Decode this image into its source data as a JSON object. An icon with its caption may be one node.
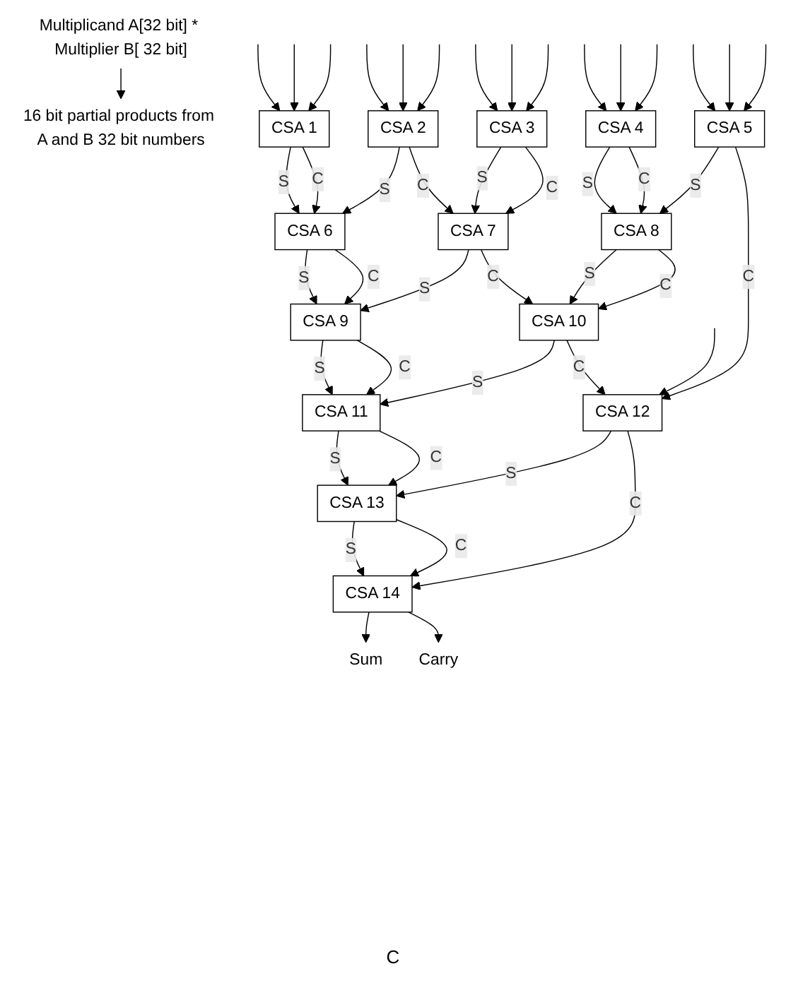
{
  "diagram": {
    "nodes": [
      {
        "text": [
          "Multiplicand A[32 bit] * Multiplier B[ 32 bit]"
        ]
      },
      {
        "text": [
          "16 bit partial products from A and B 32 bit numbers"
        ]
      },
      {
        "text": [
          "CSA 1"
        ]
      },
      {
        "text": [
          "CSA 2"
        ]
      },
      {
        "text": [
          "CSA 3"
        ]
      },
      {
        "text": [
          "CSA 4"
        ]
      },
      {
        "text": [
          "CSA 5"
        ]
      },
      {
        "text": [
          "CSA 6"
        ]
      },
      {
        "text": [
          "CSA 7"
        ]
      },
      {
        "text": [
          "CSA 8"
        ]
      },
      {
        "text": [
          "CSA 9"
        ]
      },
      {
        "text": [
          "CSA 10"
        ]
      },
      {
        "text": [
          "CSA 11"
        ]
      },
      {
        "text": [
          "CSA 12"
        ]
      },
      {
        "text": [
          "CSA 13"
        ]
      },
      {
        "text": [
          "CSA 14"
        ]
      },
      {
        "text": [
          "Sum"
        ]
      },
      {
        "text": [
          "Carry"
        ]
      }
    ],
    "edges": [
      {
        "from": 0,
        "to": 1,
        "arrow": "to"
      },
      {
        "from": null,
        "to": 2,
        "arrow": "to"
      },
      {
        "from": null,
        "to": 2,
        "arrow": "to"
      },
      {
        "from": null,
        "to": 2,
        "arrow": "to"
      },
      {
        "from": null,
        "to": 3,
        "arrow": "to"
      },
      {
        "from": null,
        "to": 3,
        "arrow": "to"
      },
      {
        "from": null,
        "to": 3,
        "arrow": "to"
      },
      {
        "from": null,
        "to": 4,
        "arrow": "to"
      },
      {
        "from": null,
        "to": 4,
        "arrow": "to"
      },
      {
        "from": null,
        "to": 4,
        "arrow": "to"
      },
      {
        "from": null,
        "to": 5,
        "arrow": "to"
      },
      {
        "from": null,
        "to": 5,
        "arrow": "to"
      },
      {
        "from": null,
        "to": 5,
        "arrow": "to"
      },
      {
        "from": null,
        "to": 6,
        "arrow": "to"
      },
      {
        "from": null,
        "to": 6,
        "arrow": "to"
      },
      {
        "from": null,
        "to": 6,
        "arrow": "to"
      },
      {
        "from": 2,
        "to": 7,
        "arrow": "to",
        "label": "S"
      },
      {
        "from": 2,
        "to": 7,
        "arrow": "to",
        "label": "C"
      },
      {
        "from": 3,
        "to": 7,
        "arrow": "to",
        "label": "S"
      },
      {
        "from": 3,
        "to": 8,
        "arrow": "to",
        "label": "C"
      },
      {
        "from": 4,
        "to": 8,
        "arrow": "to",
        "label": "S"
      },
      {
        "from": 4,
        "to": 8,
        "arrow": "to",
        "label": "C"
      },
      {
        "from": 5,
        "to": 9,
        "arrow": "to",
        "label": "S"
      },
      {
        "from": 5,
        "to": 9,
        "arrow": "to",
        "label": "C"
      },
      {
        "from": 6,
        "to": 9,
        "arrow": "to",
        "label": "S"
      },
      {
        "from": 6,
        "to": 13,
        "arrow": "to",
        "label": "C"
      },
      {
        "from": null,
        "to": 13,
        "arrow": "to"
      },
      {
        "from": 7,
        "to": 10,
        "arrow": "to",
        "label": "S"
      },
      {
        "from": 7,
        "to": 10,
        "arrow": "to",
        "label": "C"
      },
      {
        "from": 8,
        "to": 10,
        "arrow": "to",
        "label": "S"
      },
      {
        "from": 8,
        "to": 11,
        "arrow": "to",
        "label": "C"
      },
      {
        "from": 9,
        "to": 11,
        "arrow": "to",
        "label": "S"
      },
      {
        "from": 9,
        "to": 11,
        "arrow": "to",
        "label": "C"
      },
      {
        "from": 10,
        "to": 12,
        "arrow": "to",
        "label": "S"
      },
      {
        "from": 10,
        "to": 12,
        "arrow": "to",
        "label": "C"
      },
      {
        "from": 11,
        "to": 12,
        "arrow": "to",
        "label": "S"
      },
      {
        "from": 11,
        "to": 13,
        "arrow": "to",
        "label": "C"
      },
      {
        "from": 12,
        "to": 14,
        "arrow": "to",
        "label": "S"
      },
      {
        "from": 12,
        "to": 14,
        "arrow": "to",
        "label": "C"
      },
      {
        "from": 13,
        "to": 14,
        "arrow": "to",
        "label": "S"
      },
      {
        "from": 13,
        "to": 15,
        "arrow": "to",
        "label": "C"
      },
      {
        "from": 14,
        "to": 15,
        "arrow": "to",
        "label": "S"
      },
      {
        "from": 14,
        "to": 15,
        "arrow": "to",
        "label": "C"
      },
      {
        "from": 15,
        "to": 16,
        "arrow": "to"
      },
      {
        "from": 15,
        "to": 17,
        "arrow": "to"
      }
    ],
    "labels": [
      "C"
    ]
  }
}
